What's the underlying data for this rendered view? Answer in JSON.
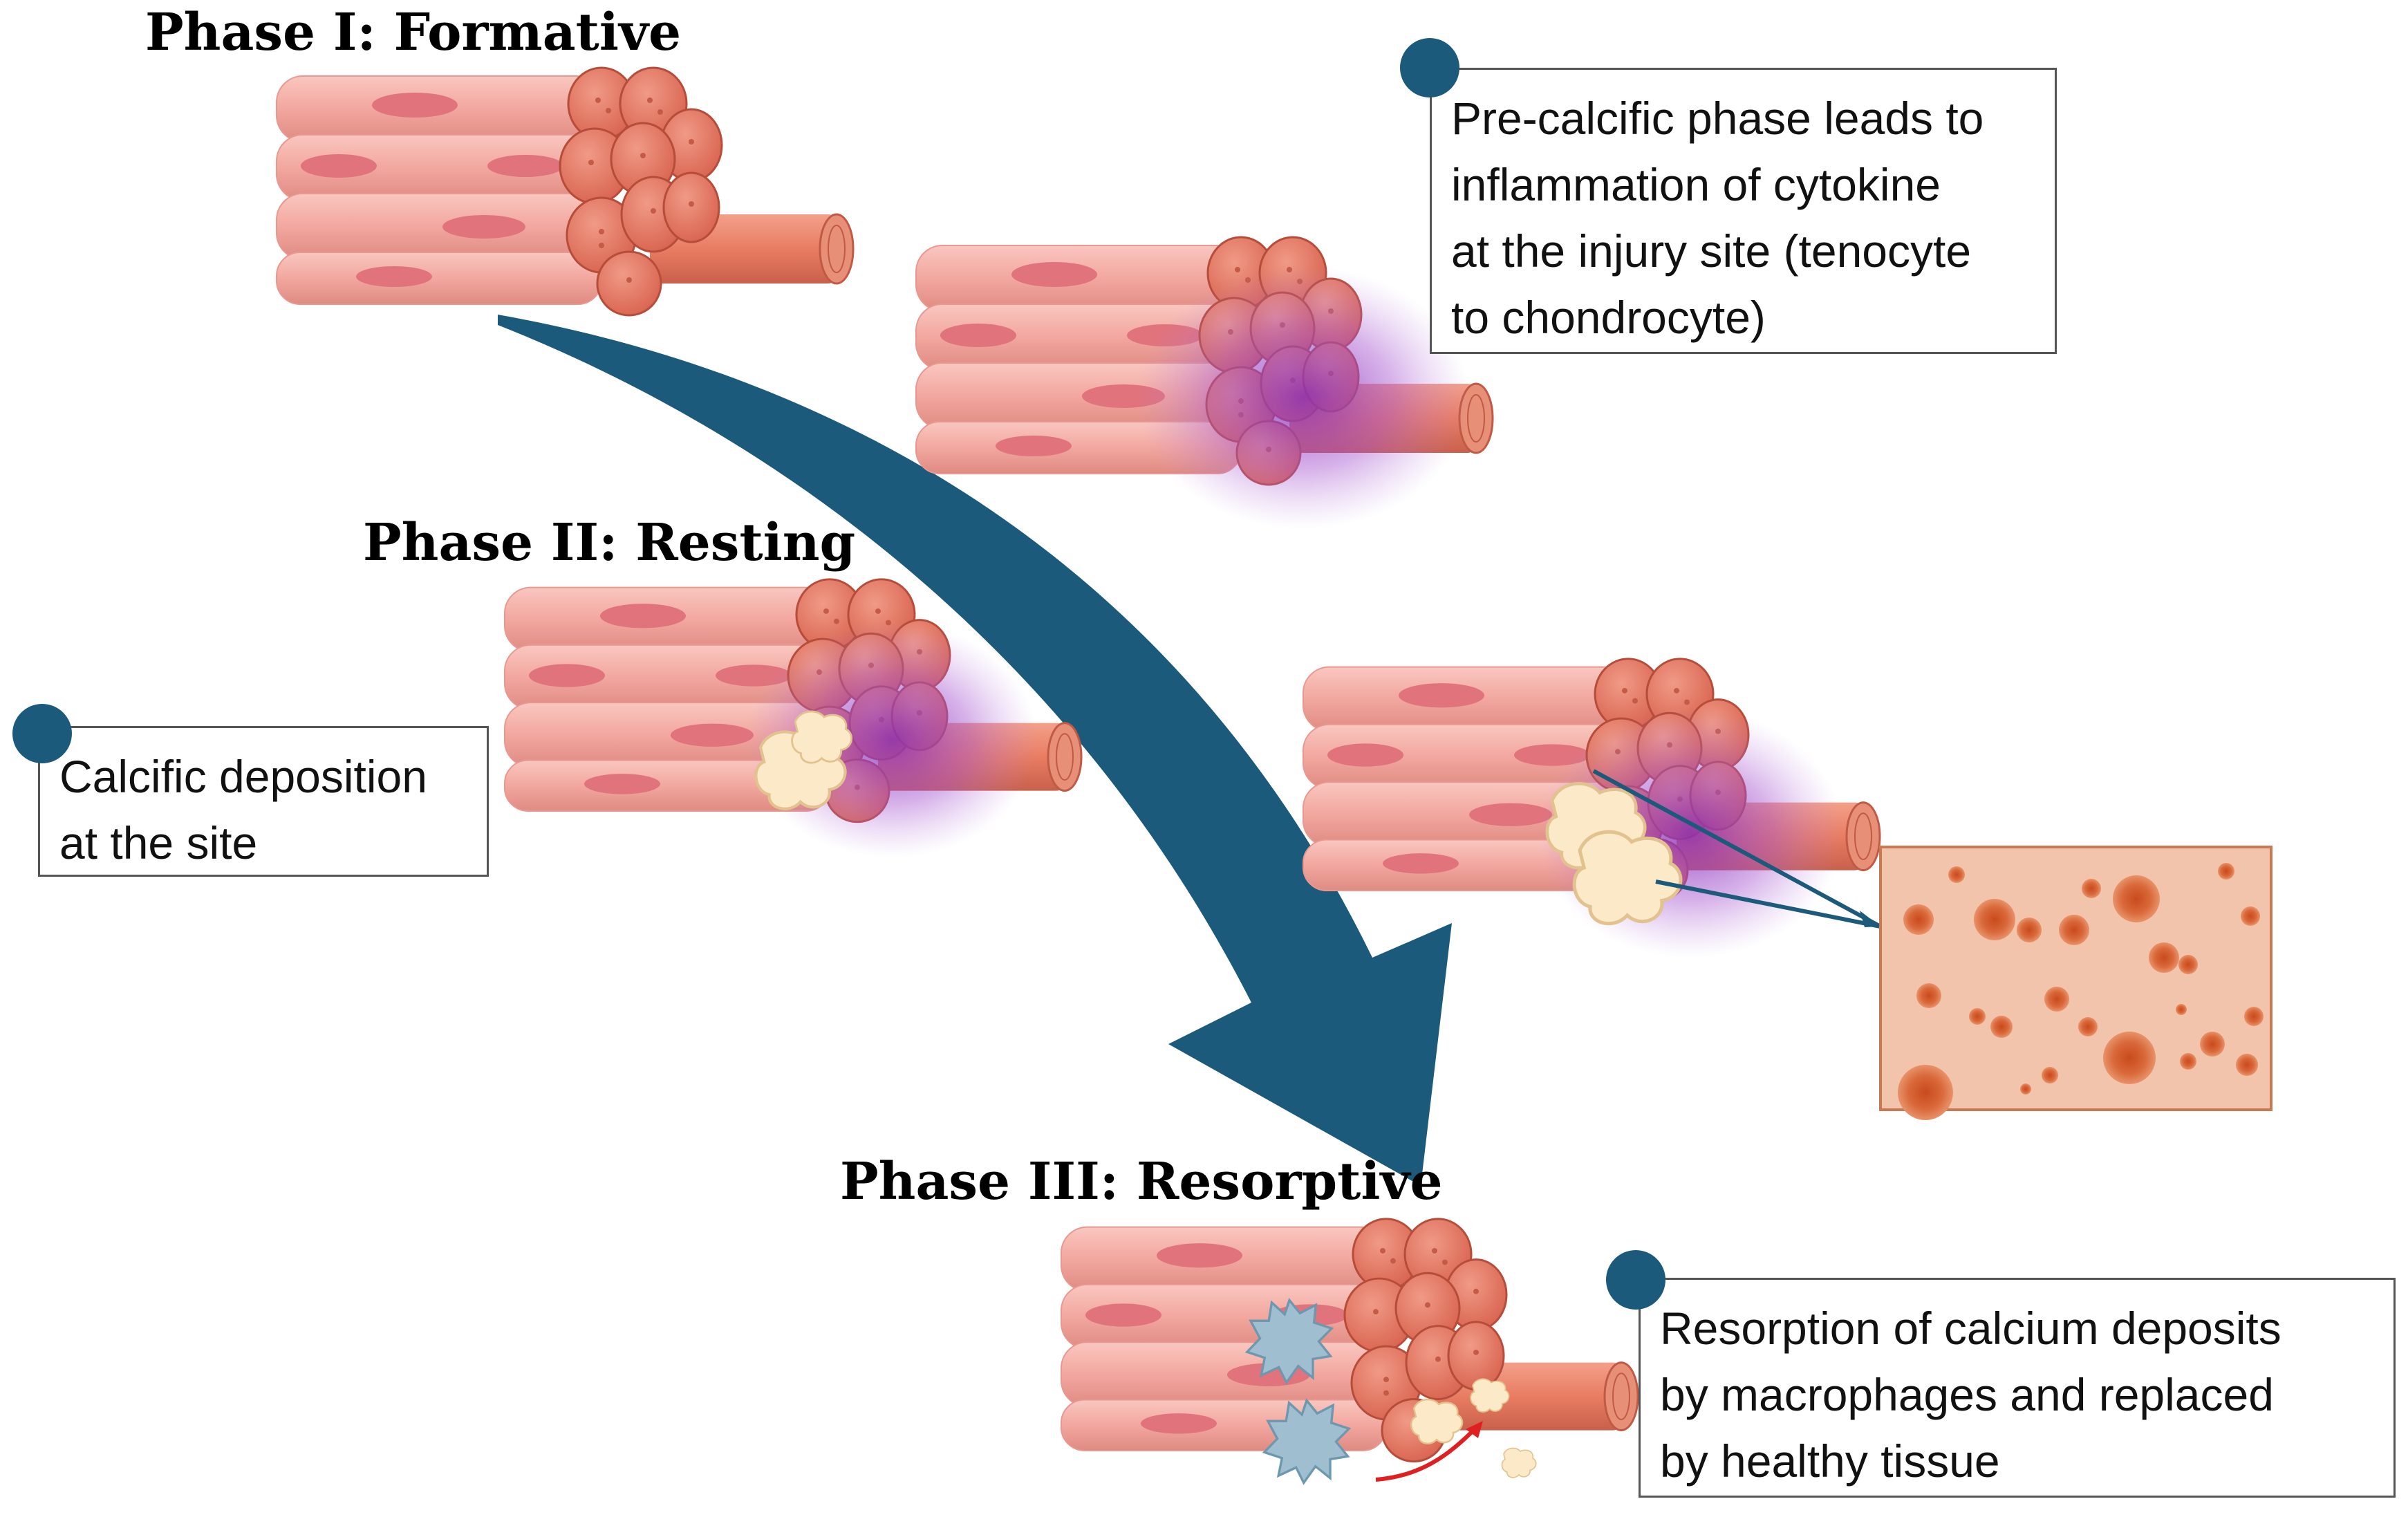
{
  "phases": {
    "phase1": "Phase I: Formative",
    "phase2": "Phase II: Resting",
    "phase3": "Phase III: Resorptive"
  },
  "notes": {
    "precalcific": [
      "Pre-calcific phase leads to",
      "inflammation of cytokine",
      "at the injury site (tenocyte",
      "to chondrocyte)"
    ],
    "deposition": [
      "Calcific deposition",
      "at the site"
    ],
    "resorption": [
      "Resorption of calcium deposits",
      "by macrophages and replaced",
      "by healthy tissue"
    ]
  },
  "colors": {
    "arrow": "#1b5a7a",
    "fiber": "#f2a79f",
    "fiber_dark": "#d97f75",
    "nucleus": "#e0737c",
    "bundle_end": "#e0705e",
    "tendon": "#e87d63",
    "inflammation": "#9a3fbf",
    "calcium": "#fbe9c7",
    "macrophage": "#9fbfd0",
    "path_arrow": "#e02020"
  },
  "icons": [
    "tendon-bundle-icon",
    "macrophage-icon",
    "calcium-deposit-icon",
    "histology-panel-icon"
  ]
}
